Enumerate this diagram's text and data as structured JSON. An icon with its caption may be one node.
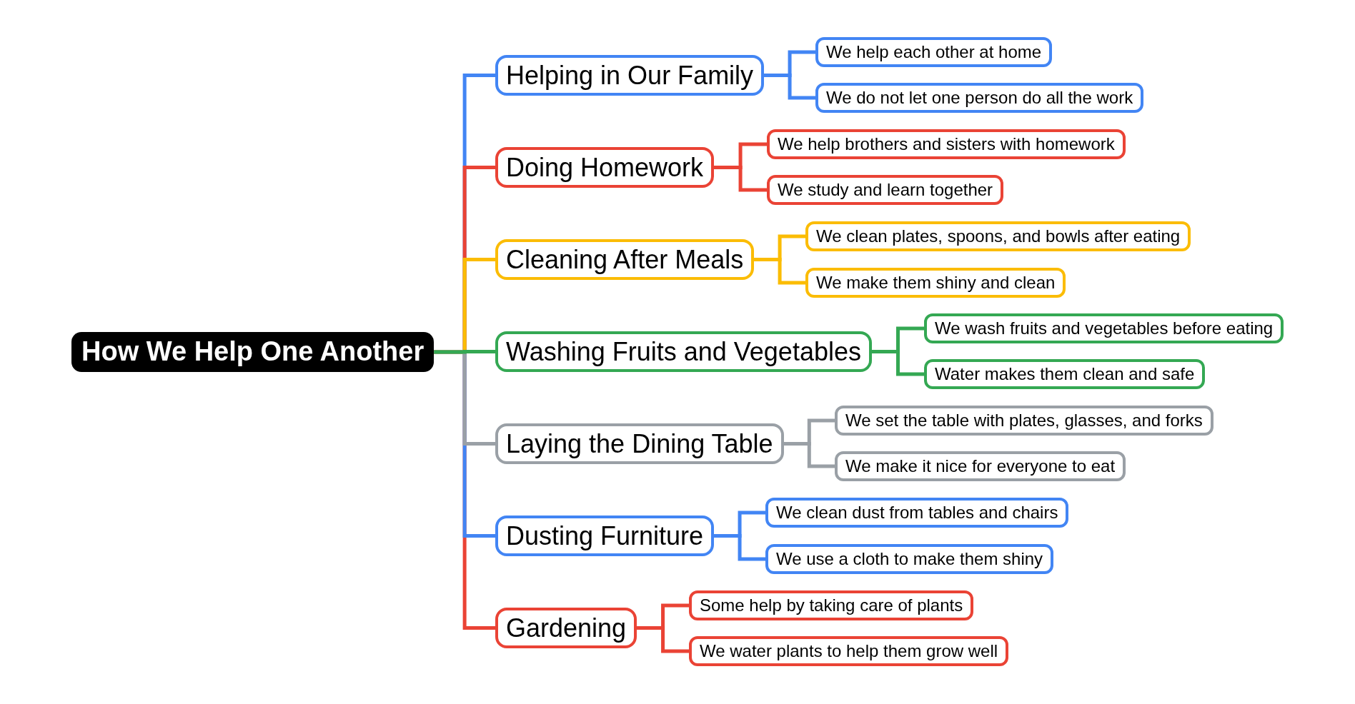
{
  "diagram": {
    "nodes": [
      {
        "text": [
          "How We Help One Another"
        ]
      },
      {
        "text": [
          "Helping in Our Family"
        ]
      },
      {
        "text": [
          "We help each other at home"
        ]
      },
      {
        "text": [
          "We do not let one person do all the work"
        ]
      },
      {
        "text": [
          "Doing Homework"
        ]
      },
      {
        "text": [
          "We help brothers and sisters with homework"
        ]
      },
      {
        "text": [
          "We study and learn together"
        ]
      },
      {
        "text": [
          "Cleaning After Meals"
        ]
      },
      {
        "text": [
          "We clean plates, spoons, and bowls after eating"
        ]
      },
      {
        "text": [
          "We make them shiny and clean"
        ]
      },
      {
        "text": [
          "Washing Fruits and Vegetables"
        ]
      },
      {
        "text": [
          "We wash fruits and vegetables before eating"
        ]
      },
      {
        "text": [
          "Water makes them clean and safe"
        ]
      },
      {
        "text": [
          "Laying the Dining Table"
        ]
      },
      {
        "text": [
          "We set the table with plates, glasses, and forks"
        ]
      },
      {
        "text": [
          "We make it nice for everyone to eat"
        ]
      },
      {
        "text": [
          "Dusting Furniture"
        ]
      },
      {
        "text": [
          "We clean dust from tables and chairs"
        ]
      },
      {
        "text": [
          "We use a cloth to make them shiny"
        ]
      },
      {
        "text": [
          "Gardening"
        ]
      },
      {
        "text": [
          "Some help by taking care of plants"
        ]
      },
      {
        "text": [
          "We water plants to help them grow well"
        ]
      }
    ],
    "edges": [
      {
        "from": 0,
        "to": 1,
        "arrow": "none",
        "color": "#4285f4"
      },
      {
        "from": 1,
        "to": 2,
        "arrow": "none",
        "color": "#4285f4"
      },
      {
        "from": 1,
        "to": 3,
        "arrow": "none",
        "color": "#4285f4"
      },
      {
        "from": 0,
        "to": 4,
        "arrow": "none",
        "color": "#ea4335"
      },
      {
        "from": 4,
        "to": 5,
        "arrow": "none",
        "color": "#ea4335"
      },
      {
        "from": 4,
        "to": 6,
        "arrow": "none",
        "color": "#ea4335"
      },
      {
        "from": 0,
        "to": 7,
        "arrow": "none",
        "color": "#fbbc04"
      },
      {
        "from": 7,
        "to": 8,
        "arrow": "none",
        "color": "#fbbc04"
      },
      {
        "from": 7,
        "to": 9,
        "arrow": "none",
        "color": "#fbbc04"
      },
      {
        "from": 0,
        "to": 10,
        "arrow": "none",
        "color": "#34a853"
      },
      {
        "from": 10,
        "to": 11,
        "arrow": "none",
        "color": "#34a853"
      },
      {
        "from": 10,
        "to": 12,
        "arrow": "none",
        "color": "#34a853"
      },
      {
        "from": 0,
        "to": 13,
        "arrow": "none",
        "color": "#9aa0a6"
      },
      {
        "from": 13,
        "to": 14,
        "arrow": "none",
        "color": "#9aa0a6"
      },
      {
        "from": 13,
        "to": 15,
        "arrow": "none",
        "color": "#9aa0a6"
      },
      {
        "from": 0,
        "to": 16,
        "arrow": "none",
        "color": "#4285f4"
      },
      {
        "from": 16,
        "to": 17,
        "arrow": "none",
        "color": "#4285f4"
      },
      {
        "from": 16,
        "to": 18,
        "arrow": "none",
        "color": "#4285f4"
      },
      {
        "from": 0,
        "to": 19,
        "arrow": "none",
        "color": "#ea4335"
      },
      {
        "from": 19,
        "to": 20,
        "arrow": "none",
        "color": "#ea4335"
      },
      {
        "from": 19,
        "to": 21,
        "arrow": "none",
        "color": "#ea4335"
      }
    ]
  }
}
